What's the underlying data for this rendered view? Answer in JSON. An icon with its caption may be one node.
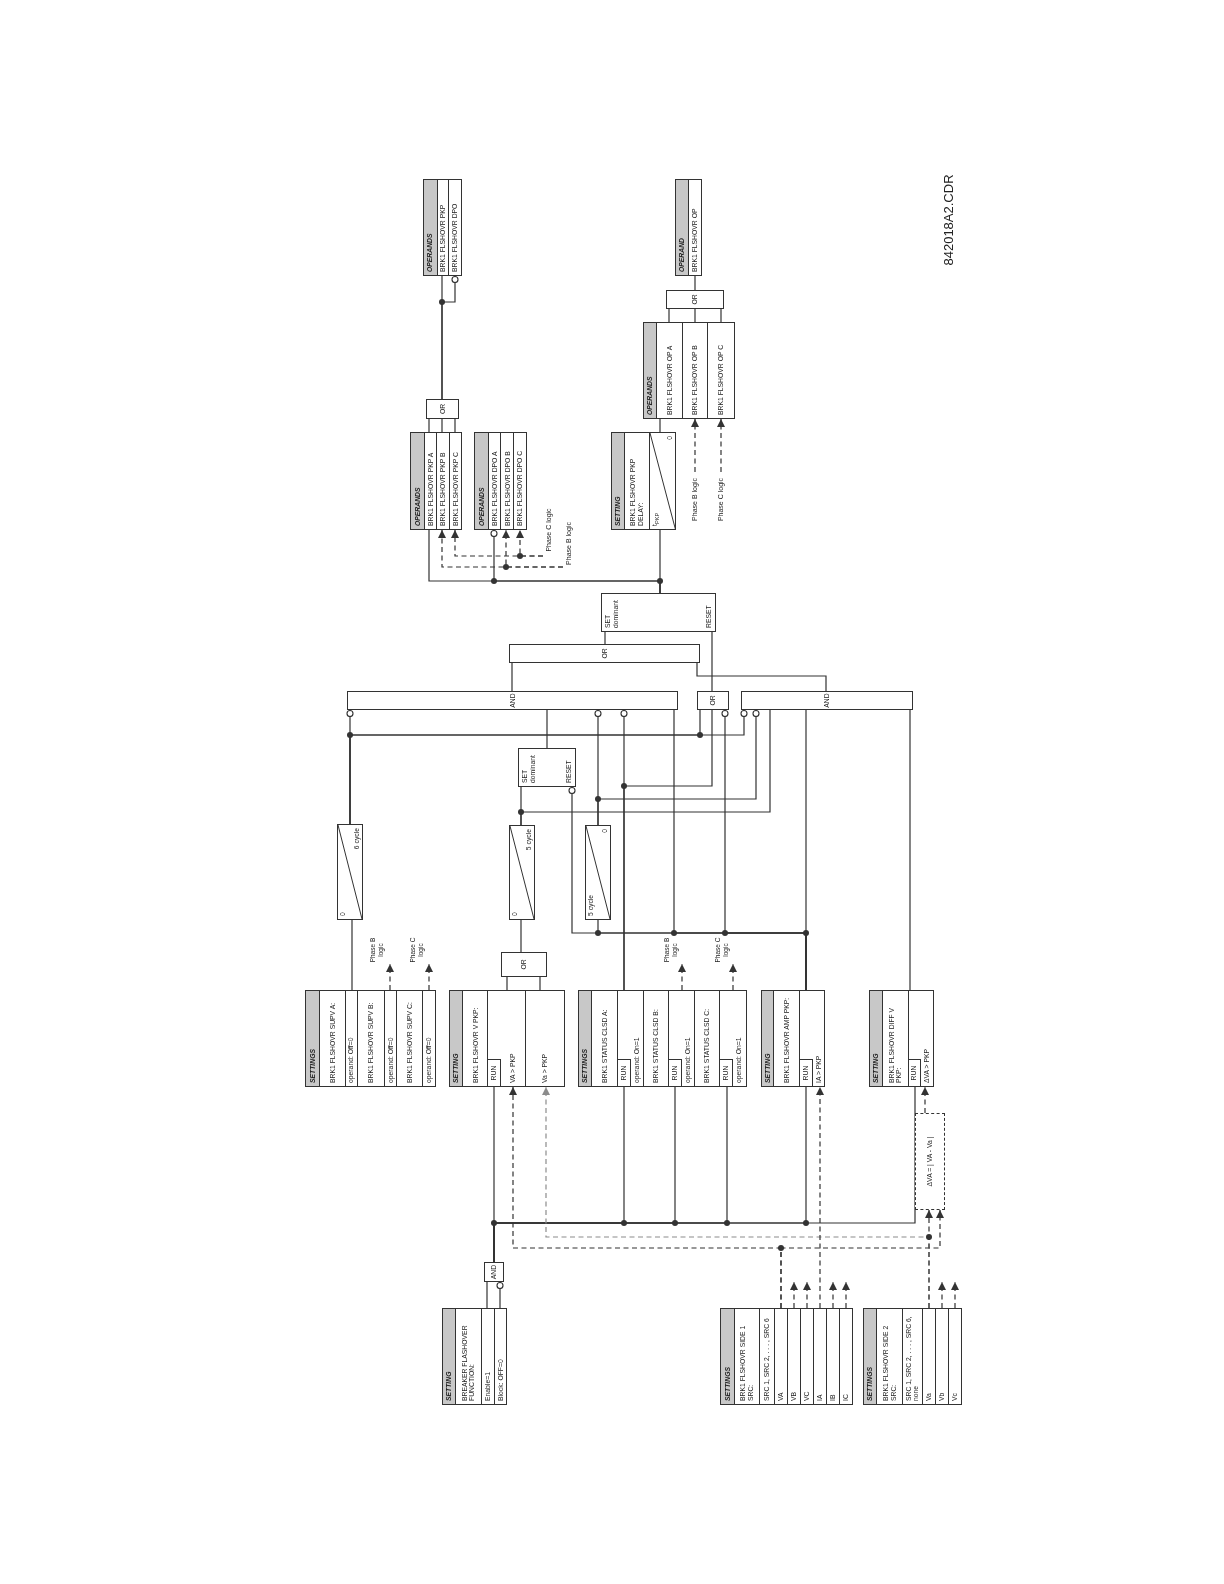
{
  "diagram": {
    "nodes": [
      {
        "text": [
          "SETTING",
          "BREAKER FLASHOVER FUNCTION:",
          "Enable=1",
          "Block: OFF=0"
        ]
      },
      {
        "text": [
          "AND"
        ]
      },
      {
        "text": [
          "SETTINGS",
          "BRK1 FLSHOVR SUPV A:",
          "operand: Off=0",
          "BRK1 FLSHOVR SUPV B:",
          "operand: Off=0",
          "BRK1 FLSHOVR SUPV C:",
          "operand: Off=0"
        ]
      },
      {
        "text": [
          "SETTING",
          "BRK1 FLSHOVR V PKP:",
          "RUN",
          "VA > PKP",
          "Va > PKP"
        ]
      },
      {
        "text": [
          "SETTINGS",
          "BRK1 STATUS CLSD A:",
          "RUN",
          "operand: On=1",
          "BRK1 STATUS CLSD B:",
          "RUN",
          "operand: On=1",
          "BRK1 STATUS CLSD C:",
          "RUN",
          "operand: On=1"
        ]
      },
      {
        "text": [
          "SETTING",
          "BRK1 FLSHOVR AMP PKP:",
          "RUN",
          "IA > PKP"
        ]
      },
      {
        "text": [
          "SETTING",
          "BRK1 FLSHOVR DIFF V PKP:",
          "RUN",
          "ΔVA > PKP"
        ]
      },
      {
        "text": [
          "SETTINGS",
          "BRK1 FLSHOVR SIDE 1 SRC:",
          "SRC 1, SRC 2, . . . , SRC 6",
          "VA",
          "VB",
          "VC",
          "IA",
          "IB",
          "IC"
        ]
      },
      {
        "text": [
          "SETTINGS",
          "BRK1 FLSHOVR SIDE 2 SRC:",
          "SRC 1, SRC 2, . . . , SRC 6, none",
          "Va",
          "Vb",
          "Vc"
        ]
      },
      {
        "text": [
          "ΔVA = | VA - Va |"
        ]
      },
      {
        "text": [
          "OR"
        ]
      },
      {
        "text": [
          "0",
          "6 cycle"
        ]
      },
      {
        "text": [
          "0",
          "5 cycle"
        ]
      },
      {
        "text": [
          "5 cycle",
          "0"
        ]
      },
      {
        "text": [
          "SET dominant",
          "RESET"
        ]
      },
      {
        "text": [
          "AND"
        ]
      },
      {
        "text": [
          "OR"
        ]
      },
      {
        "text": [
          "AND"
        ]
      },
      {
        "text": [
          "OR"
        ]
      },
      {
        "text": [
          "SET dominant",
          "RESET"
        ]
      },
      {
        "text": [
          "OPERANDS",
          "BRK1 FLSHOVR PKP A",
          "BRK1 FLSHOVR PKP B",
          "BRK1 FLSHOVR PKP C"
        ]
      },
      {
        "text": [
          "OPERANDS",
          "BRK1 FLSHOVR DPO A",
          "BRK1 FLSHOVR DPO B",
          "BRK1 FLSHOVR DPO C"
        ]
      },
      {
        "text": [
          "OR"
        ]
      },
      {
        "text": [
          "OPERANDS",
          "BRK1 FLSHOVR PKP",
          "BRK1 FLSHOVR DPO"
        ]
      },
      {
        "text": [
          "SETTING",
          "BRK1 FLSHOVR PKP DELAY:",
          "t$_{PKP}$",
          "0"
        ]
      },
      {
        "text": [
          "OPERANDS",
          "BRK1 FLSHOVR OP A",
          "BRK1 FLSHOVR OP B",
          "BRK1 FLSHOVR OP C"
        ]
      },
      {
        "text": [
          "OR"
        ]
      },
      {
        "text": [
          "OPERAND",
          "BRK1 FLSHOVR OP"
        ]
      },
      {
        "text": [
          "Phase C logic"
        ]
      },
      {
        "text": [
          "Phase B logic"
        ]
      },
      {
        "text": [
          "Phase B logic"
        ]
      },
      {
        "text": [
          "Phase C logic"
        ]
      },
      {
        "text": [
          "Phase B logic"
        ]
      },
      {
        "text": [
          "Phase C logic"
        ]
      },
      {
        "text": [
          "Phase B logic"
        ]
      },
      {
        "text": [
          "Phase C logic"
        ]
      }
    ],
    "edges": [
      {
        "from": 0,
        "to": 1,
        "arrow": "none"
      },
      {
        "from": 0,
        "to": 1,
        "arrow": "other"
      },
      {
        "from": 1,
        "to": 3,
        "arrow": "none"
      },
      {
        "from": 1,
        "to": 4,
        "arrow": "none"
      },
      {
        "from": 1,
        "to": 4,
        "arrow": "none"
      },
      {
        "from": 1,
        "to": 4,
        "arrow": "none"
      },
      {
        "from": 1,
        "to": 5,
        "arrow": "none"
      },
      {
        "from": 1,
        "to": 6,
        "arrow": "none"
      },
      {
        "from": 7,
        "to": 3,
        "arrow": "to",
        "style": "dashed"
      },
      {
        "from": 7,
        "to": 9,
        "arrow": "to",
        "style": "dashed"
      },
      {
        "from": 8,
        "to": 3,
        "arrow": "to",
        "style": "dashed",
        "color": "#8c8c8c"
      },
      {
        "from": 8,
        "to": 9,
        "arrow": "to",
        "style": "dashed"
      },
      {
        "from": 7,
        "to": 5,
        "arrow": "to",
        "style": "dashed"
      },
      {
        "from": 7,
        "to": null,
        "arrow": "to",
        "style": "dashed"
      },
      {
        "from": 7,
        "to": null,
        "arrow": "to",
        "style": "dashed"
      },
      {
        "from": 7,
        "to": null,
        "arrow": "to",
        "style": "dashed"
      },
      {
        "from": 7,
        "to": null,
        "arrow": "to",
        "style": "dashed"
      },
      {
        "from": 8,
        "to": null,
        "arrow": "to",
        "style": "dashed"
      },
      {
        "from": 8,
        "to": null,
        "arrow": "to",
        "style": "dashed"
      },
      {
        "from": 9,
        "to": 6,
        "arrow": "to",
        "style": "dashed"
      },
      {
        "from": 2,
        "to": 11,
        "arrow": "none"
      },
      {
        "from": 2,
        "to": 32,
        "arrow": "to",
        "style": "dashed"
      },
      {
        "from": 2,
        "to": 33,
        "arrow": "to",
        "style": "dashed"
      },
      {
        "from": 4,
        "to": 34,
        "arrow": "to",
        "style": "dashed"
      },
      {
        "from": 4,
        "to": 35,
        "arrow": "to",
        "style": "dashed"
      },
      {
        "from": 3,
        "to": 10,
        "arrow": "none"
      },
      {
        "from": 3,
        "to": 10,
        "arrow": "none"
      },
      {
        "from": 10,
        "to": 12,
        "arrow": "none"
      },
      {
        "from": 12,
        "to": 14,
        "arrow": "none"
      },
      {
        "from": 12,
        "to": 17,
        "arrow": "none"
      },
      {
        "from": 14,
        "to": 15,
        "arrow": "none"
      },
      {
        "from": 11,
        "to": 15,
        "arrow": "other"
      },
      {
        "from": 11,
        "to": 16,
        "arrow": "none"
      },
      {
        "from": 11,
        "to": 17,
        "arrow": "other"
      },
      {
        "from": 13,
        "to": 15,
        "arrow": "other"
      },
      {
        "from": 13,
        "to": 17,
        "arrow": "other"
      },
      {
        "from": 4,
        "to": 15,
        "arrow": "other"
      },
      {
        "from": 4,
        "to": 16,
        "arrow": "none"
      },
      {
        "from": 5,
        "to": 14,
        "arrow": "other"
      },
      {
        "from": 5,
        "to": 13,
        "arrow": "none"
      },
      {
        "from": 5,
        "to": 15,
        "arrow": "none"
      },
      {
        "from": 5,
        "to": 16,
        "arrow": "other"
      },
      {
        "from": 5,
        "to": 17,
        "arrow": "none"
      },
      {
        "from": 6,
        "to": 17,
        "arrow": "none"
      },
      {
        "from": 15,
        "to": 18,
        "arrow": "none"
      },
      {
        "from": 17,
        "to": 18,
        "arrow": "none"
      },
      {
        "from": 18,
        "to": 19,
        "arrow": "none"
      },
      {
        "from": 16,
        "to": 19,
        "arrow": "none"
      },
      {
        "from": 19,
        "to": 24,
        "arrow": "none"
      },
      {
        "from": 19,
        "to": 20,
        "arrow": "none"
      },
      {
        "from": 19,
        "to": 21,
        "arrow": "other"
      },
      {
        "from": 28,
        "to": 20,
        "arrow": "to",
        "style": "dashed"
      },
      {
        "from": 28,
        "to": 21,
        "arrow": "to",
        "style": "dashed"
      },
      {
        "from": 29,
        "to": 20,
        "arrow": "to",
        "style": "dashed"
      },
      {
        "from": 29,
        "to": 21,
        "arrow": "to",
        "style": "dashed"
      },
      {
        "from": 20,
        "to": 22,
        "arrow": "none"
      },
      {
        "from": 20,
        "to": 22,
        "arrow": "none"
      },
      {
        "from": 20,
        "to": 22,
        "arrow": "none"
      },
      {
        "from": 22,
        "to": 23,
        "arrow": "none"
      },
      {
        "from": 22,
        "to": 23,
        "arrow": "other"
      },
      {
        "from": 24,
        "to": 25,
        "arrow": "none"
      },
      {
        "from": 30,
        "to": 25,
        "arrow": "to",
        "style": "dashed"
      },
      {
        "from": 31,
        "to": 25,
        "arrow": "to",
        "style": "dashed"
      },
      {
        "from": 25,
        "to": 26,
        "arrow": "none"
      },
      {
        "from": 25,
        "to": 26,
        "arrow": "none"
      },
      {
        "from": 25,
        "to": 26,
        "arrow": "none"
      },
      {
        "from": 26,
        "to": 27,
        "arrow": "none"
      }
    ],
    "labels": [
      "842018A2.CDR"
    ]
  }
}
